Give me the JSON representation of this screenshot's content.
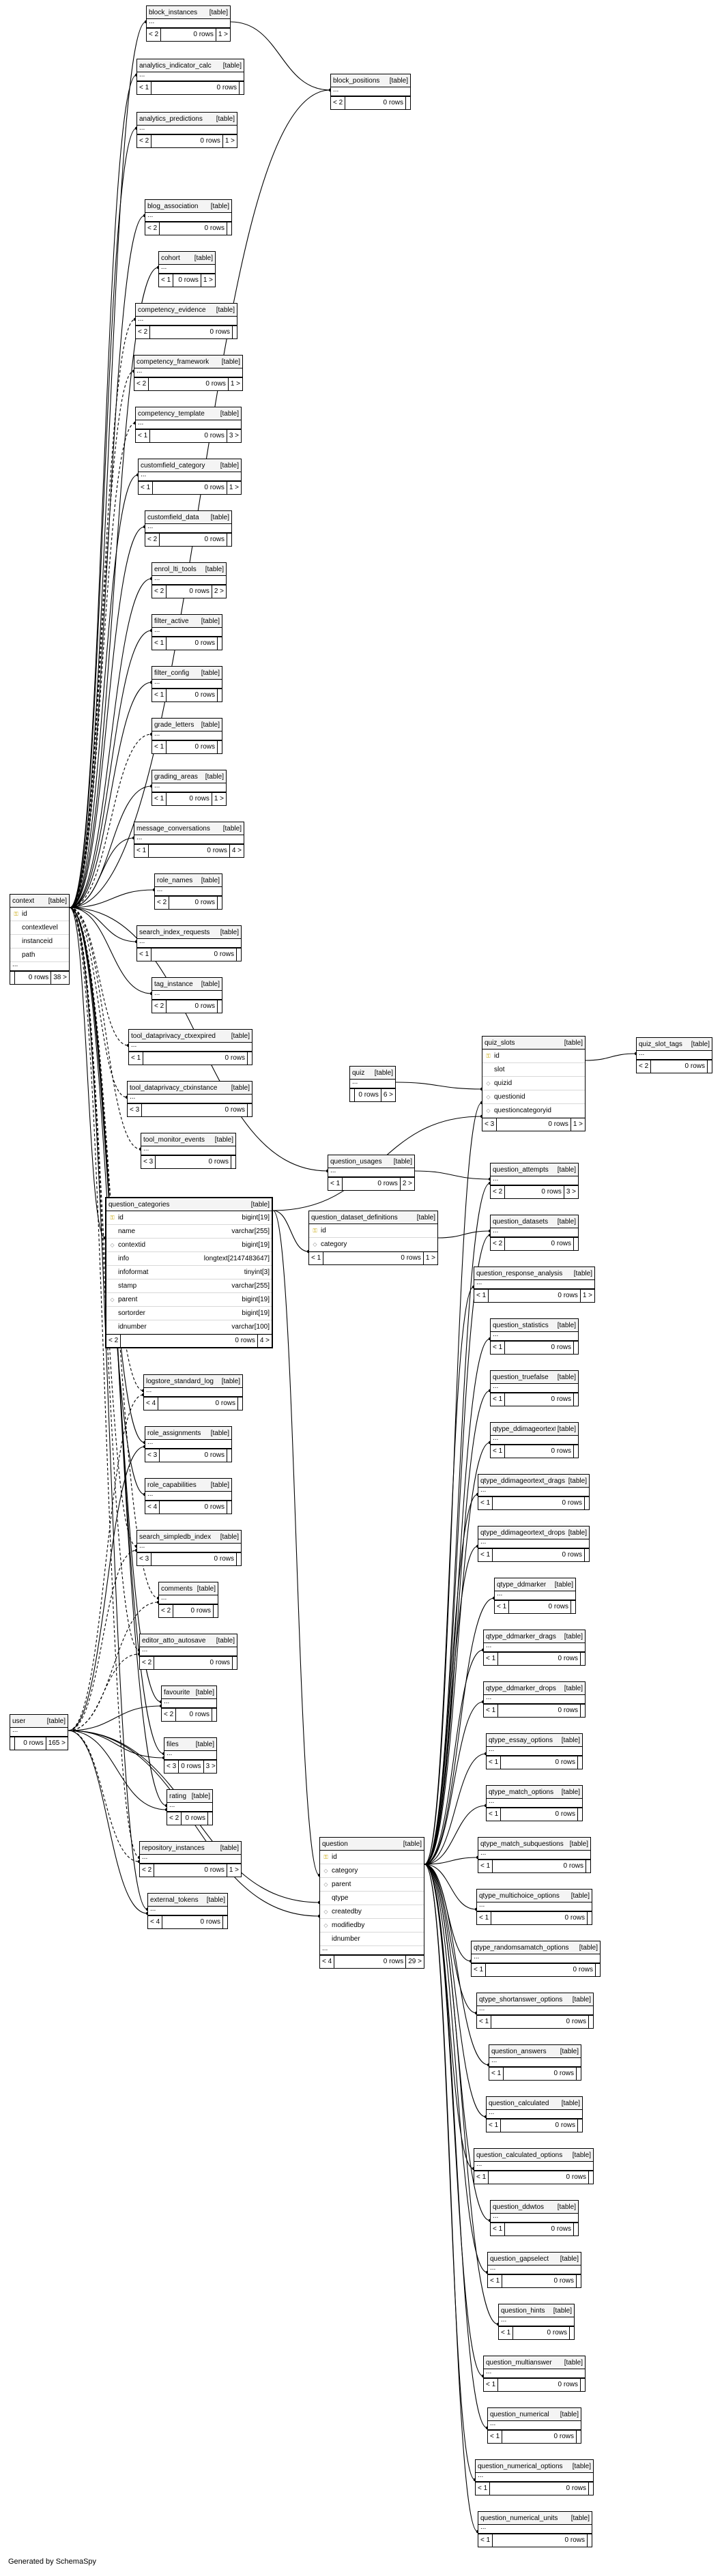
{
  "footer": "Generated by SchemaSpy",
  "kind": "[table]",
  "ellipsis": "...",
  "tables": {
    "block_instances": {
      "name": "block_instances",
      "footer": [
        "< 2",
        "0 rows",
        "1 >"
      ]
    },
    "analytics_indicator_calc": {
      "name": "analytics_indicator_calc",
      "footer": [
        "< 1",
        "0 rows",
        ""
      ]
    },
    "analytics_predictions": {
      "name": "analytics_predictions",
      "footer": [
        "< 2",
        "0 rows",
        "1 >"
      ]
    },
    "block_positions": {
      "name": "block_positions",
      "footer": [
        "< 2",
        "0 rows",
        ""
      ]
    },
    "blog_association": {
      "name": "blog_association",
      "footer": [
        "< 2",
        "0 rows",
        ""
      ]
    },
    "cohort": {
      "name": "cohort",
      "footer": [
        "< 1",
        "0 rows",
        "1 >"
      ]
    },
    "competency_evidence": {
      "name": "competency_evidence",
      "footer": [
        "< 2",
        "0 rows",
        ""
      ]
    },
    "competency_framework": {
      "name": "competency_framework",
      "footer": [
        "< 2",
        "0 rows",
        "1 >"
      ]
    },
    "competency_template": {
      "name": "competency_template",
      "footer": [
        "< 1",
        "0 rows",
        "3 >"
      ]
    },
    "customfield_category": {
      "name": "customfield_category",
      "footer": [
        "< 1",
        "0 rows",
        "1 >"
      ]
    },
    "customfield_data": {
      "name": "customfield_data",
      "footer": [
        "< 2",
        "0 rows",
        ""
      ]
    },
    "enrol_lti_tools": {
      "name": "enrol_lti_tools",
      "footer": [
        "< 2",
        "0 rows",
        "2 >"
      ]
    },
    "filter_active": {
      "name": "filter_active",
      "footer": [
        "< 1",
        "0 rows",
        ""
      ]
    },
    "filter_config": {
      "name": "filter_config",
      "footer": [
        "< 1",
        "0 rows",
        ""
      ]
    },
    "grade_letters": {
      "name": "grade_letters",
      "footer": [
        "< 1",
        "0 rows",
        ""
      ]
    },
    "grading_areas": {
      "name": "grading_areas",
      "footer": [
        "< 1",
        "0 rows",
        "1 >"
      ]
    },
    "message_conversations": {
      "name": "message_conversations",
      "footer": [
        "< 1",
        "0 rows",
        "4 >"
      ]
    },
    "role_names": {
      "name": "role_names",
      "footer": [
        "< 2",
        "0 rows",
        ""
      ]
    },
    "search_index_requests": {
      "name": "search_index_requests",
      "footer": [
        "< 1",
        "0 rows",
        ""
      ]
    },
    "tag_instance": {
      "name": "tag_instance",
      "footer": [
        "< 2",
        "0 rows",
        ""
      ]
    },
    "tool_dataprivacy_ctxexpired": {
      "name": "tool_dataprivacy_ctxexpired",
      "footer": [
        "< 1",
        "0 rows",
        ""
      ]
    },
    "tool_dataprivacy_ctxinstance": {
      "name": "tool_dataprivacy_ctxinstance",
      "footer": [
        "< 3",
        "0 rows",
        ""
      ]
    },
    "tool_monitor_events": {
      "name": "tool_monitor_events",
      "footer": [
        "< 3",
        "0 rows",
        ""
      ]
    },
    "logstore_standard_log": {
      "name": "logstore_standard_log",
      "footer": [
        "< 4",
        "0 rows",
        ""
      ]
    },
    "role_assignments": {
      "name": "role_assignments",
      "footer": [
        "< 3",
        "0 rows",
        ""
      ]
    },
    "role_capabilities": {
      "name": "role_capabilities",
      "footer": [
        "< 4",
        "0 rows",
        ""
      ]
    },
    "search_simpledb_index": {
      "name": "search_simpledb_index",
      "footer": [
        "< 3",
        "0 rows",
        ""
      ]
    },
    "comments": {
      "name": "comments",
      "footer": [
        "< 2",
        "0 rows",
        ""
      ]
    },
    "editor_atto_autosave": {
      "name": "editor_atto_autosave",
      "footer": [
        "< 2",
        "0 rows",
        ""
      ]
    },
    "favourite": {
      "name": "favourite",
      "footer": [
        "< 2",
        "0 rows",
        ""
      ]
    },
    "files": {
      "name": "files",
      "footer": [
        "< 3",
        "0 rows",
        "3 >"
      ]
    },
    "rating": {
      "name": "rating",
      "footer": [
        "< 2",
        "0 rows",
        ""
      ]
    },
    "repository_instances": {
      "name": "repository_instances",
      "footer": [
        "< 2",
        "0 rows",
        "1 >"
      ]
    },
    "external_tokens": {
      "name": "external_tokens",
      "footer": [
        "< 4",
        "0 rows",
        ""
      ]
    },
    "context": {
      "name": "context",
      "columns": [
        "id",
        "contextlevel",
        "instanceid",
        "path"
      ],
      "footer": [
        "",
        "0 rows",
        "38 >"
      ]
    },
    "user": {
      "name": "user",
      "footer": [
        "",
        "0 rows",
        "165 >"
      ]
    },
    "question_categories": {
      "name": "question_categories",
      "columns": [
        {
          "name": "id",
          "type": "bigint[19]"
        },
        {
          "name": "name",
          "type": "varchar[255]"
        },
        {
          "name": "contextid",
          "type": "bigint[19]"
        },
        {
          "name": "info",
          "type": "longtext[2147483647]"
        },
        {
          "name": "infoformat",
          "type": "tinyint[3]"
        },
        {
          "name": "stamp",
          "type": "varchar[255]"
        },
        {
          "name": "parent",
          "type": "bigint[19]"
        },
        {
          "name": "sortorder",
          "type": "bigint[19]"
        },
        {
          "name": "idnumber",
          "type": "varchar[100]"
        }
      ],
      "footer": [
        "< 2",
        "0 rows",
        "4 >"
      ]
    },
    "question_usages": {
      "name": "question_usages",
      "footer": [
        "< 1",
        "0 rows",
        "2 >"
      ]
    },
    "question_dataset_definitions": {
      "name": "question_dataset_definitions",
      "columns": [
        "id",
        "category"
      ],
      "footer": [
        "< 1",
        "0 rows",
        "1 >"
      ]
    },
    "quiz": {
      "name": "quiz",
      "footer": [
        "",
        "0 rows",
        "6 >"
      ]
    },
    "quiz_slots": {
      "name": "quiz_slots",
      "columns": [
        "id",
        "slot",
        "quizid",
        "questionid",
        "questioncategoryid"
      ],
      "footer": [
        "< 3",
        "0 rows",
        "1 >"
      ]
    },
    "quiz_slot_tags": {
      "name": "quiz_slot_tags",
      "footer": [
        "< 2",
        "0 rows",
        ""
      ]
    },
    "question": {
      "name": "question",
      "columns": [
        "id",
        "category",
        "parent",
        "qtype",
        "createdby",
        "modifiedby",
        "idnumber"
      ],
      "footer": [
        "< 4",
        "0 rows",
        "29 >"
      ]
    },
    "question_attempts": {
      "name": "question_attempts",
      "footer": [
        "< 2",
        "0 rows",
        "3 >"
      ]
    },
    "question_datasets": {
      "name": "question_datasets",
      "footer": [
        "< 2",
        "0 rows",
        ""
      ]
    },
    "question_response_analysis": {
      "name": "question_response_analysis",
      "footer": [
        "< 1",
        "0 rows",
        "1 >"
      ]
    },
    "question_statistics": {
      "name": "question_statistics",
      "footer": [
        "< 1",
        "0 rows",
        ""
      ]
    },
    "question_truefalse": {
      "name": "question_truefalse",
      "footer": [
        "< 1",
        "0 rows",
        ""
      ]
    },
    "qtype_ddimageortext": {
      "name": "qtype_ddimageortext",
      "footer": [
        "< 1",
        "0 rows",
        ""
      ]
    },
    "qtype_ddimageortext_drags": {
      "name": "qtype_ddimageortext_drags",
      "footer": [
        "< 1",
        "0 rows",
        ""
      ]
    },
    "qtype_ddimageortext_drops": {
      "name": "qtype_ddimageortext_drops",
      "footer": [
        "< 1",
        "0 rows",
        ""
      ]
    },
    "qtype_ddmarker": {
      "name": "qtype_ddmarker",
      "footer": [
        "< 1",
        "0 rows",
        ""
      ]
    },
    "qtype_ddmarker_drags": {
      "name": "qtype_ddmarker_drags",
      "footer": [
        "< 1",
        "0 rows",
        ""
      ]
    },
    "qtype_ddmarker_drops": {
      "name": "qtype_ddmarker_drops",
      "footer": [
        "< 1",
        "0 rows",
        ""
      ]
    },
    "qtype_essay_options": {
      "name": "qtype_essay_options",
      "footer": [
        "< 1",
        "0 rows",
        ""
      ]
    },
    "qtype_match_options": {
      "name": "qtype_match_options",
      "footer": [
        "< 1",
        "0 rows",
        ""
      ]
    },
    "qtype_match_subquestions": {
      "name": "qtype_match_subquestions",
      "footer": [
        "< 1",
        "0 rows",
        ""
      ]
    },
    "qtype_multichoice_options": {
      "name": "qtype_multichoice_options",
      "footer": [
        "< 1",
        "0 rows",
        ""
      ]
    },
    "qtype_randomsamatch_options": {
      "name": "qtype_randomsamatch_options",
      "footer": [
        "< 1",
        "0 rows",
        ""
      ]
    },
    "qtype_shortanswer_options": {
      "name": "qtype_shortanswer_options",
      "footer": [
        "< 1",
        "0 rows",
        ""
      ]
    },
    "question_answers": {
      "name": "question_answers",
      "footer": [
        "< 1",
        "0 rows",
        ""
      ]
    },
    "question_calculated": {
      "name": "question_calculated",
      "footer": [
        "< 1",
        "0 rows",
        ""
      ]
    },
    "question_calculated_options": {
      "name": "question_calculated_options",
      "footer": [
        "< 1",
        "0 rows",
        ""
      ]
    },
    "question_ddwtos": {
      "name": "question_ddwtos",
      "footer": [
        "< 1",
        "0 rows",
        ""
      ]
    },
    "question_gapselect": {
      "name": "question_gapselect",
      "footer": [
        "< 1",
        "0 rows",
        ""
      ]
    },
    "question_hints": {
      "name": "question_hints",
      "footer": [
        "< 1",
        "0 rows",
        ""
      ]
    },
    "question_multianswer": {
      "name": "question_multianswer",
      "footer": [
        "< 1",
        "0 rows",
        ""
      ]
    },
    "question_numerical": {
      "name": "question_numerical",
      "footer": [
        "< 1",
        "0 rows",
        ""
      ]
    },
    "question_numerical_options": {
      "name": "question_numerical_options",
      "footer": [
        "< 1",
        "0 rows",
        ""
      ]
    },
    "question_numerical_units": {
      "name": "question_numerical_units",
      "footer": [
        "< 1",
        "0 rows",
        ""
      ]
    }
  }
}
